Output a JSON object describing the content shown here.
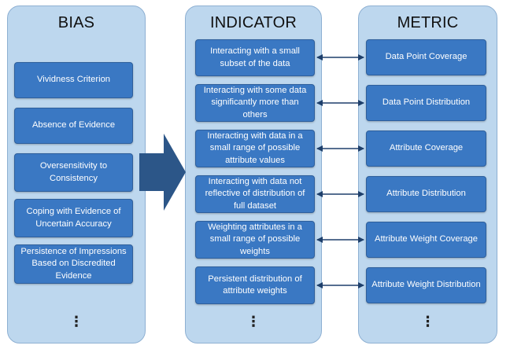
{
  "bias": {
    "title": "BIAS",
    "items": [
      "Vividness Criterion",
      "Absence of Evidence",
      "Oversensitivity to Consistency",
      "Coping with Evidence of Uncertain Accuracy",
      "Persistence of Impressions Based on Discredited Evidence"
    ],
    "more": "⋮"
  },
  "indicator": {
    "title": "INDICATOR",
    "items": [
      "Interacting with a small subset of the data",
      "Interacting with some data significantly more than others",
      "Interacting with data in a small range of possible attribute values",
      "Interacting with data not reflective of distribution of full dataset",
      "Weighting attributes in a small range of possible weights",
      "Persistent distribution of attribute weights"
    ],
    "more": "⋮"
  },
  "metric": {
    "title": "METRIC",
    "items": [
      "Data Point Coverage",
      "Data Point Distribution",
      "Attribute Coverage",
      "Attribute Distribution",
      "Attribute Weight Coverage",
      "Attribute Weight Distribution"
    ],
    "more": "⋮"
  },
  "colors": {
    "panel_fill": "#bdd7ee",
    "box_fill": "#3a78c3",
    "arrow_fill": "#2c5688",
    "connector": "#1e3f6b"
  }
}
